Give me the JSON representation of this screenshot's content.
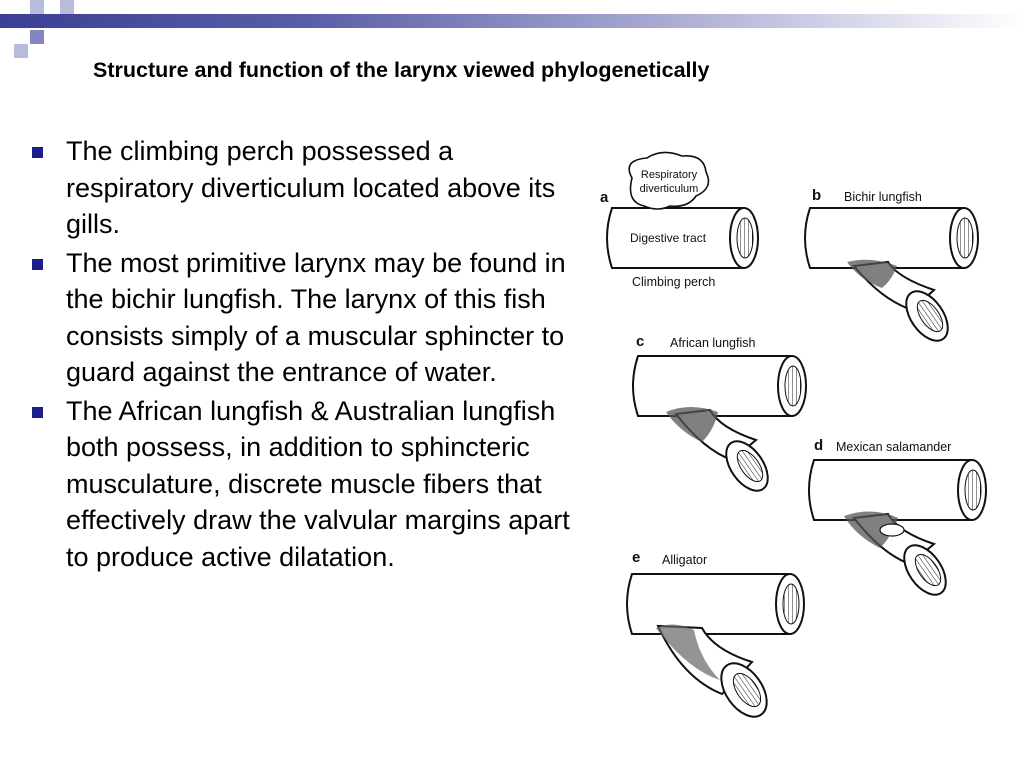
{
  "slide": {
    "title": "Structure and function of the larynx viewed phylogenetically",
    "accent_color": "#1b1f8a",
    "bar_color": "#3b3f95",
    "bullets": [
      "The climbing perch  possessed a respiratory diverticulum located above its gills.",
      "The most primitive larynx may be found in the bichir lungfish. The larynx of this fish consists simply of a muscular sphincter to guard against the entrance of water.",
      "The African lungfish & Australian lungfish  both possess, in addition to sphincteric musculature, discrete muscle fibers that effectively draw the valvular margins apart to produce active dilatation."
    ]
  },
  "figure": {
    "panels": [
      {
        "letter": "a",
        "label": "Climbing perch",
        "inner_labels": [
          "Respiratory",
          "diverticulum",
          "Digestive tract"
        ]
      },
      {
        "letter": "b",
        "label": "Bichir  lungfish"
      },
      {
        "letter": "c",
        "label": "African  lungfish"
      },
      {
        "letter": "d",
        "label": "Mexican  salamander"
      },
      {
        "letter": "e",
        "label": "Alligator"
      }
    ]
  }
}
